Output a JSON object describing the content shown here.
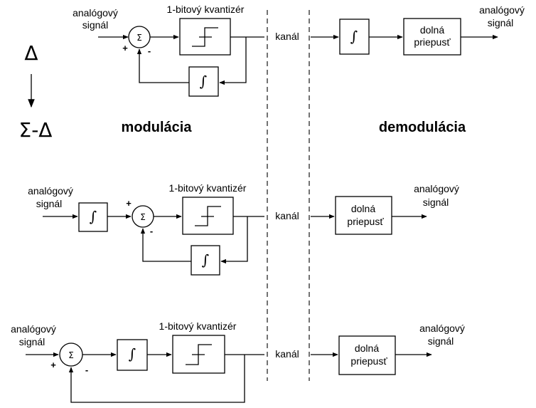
{
  "labels": {
    "analog_signal_line1": "analógový",
    "analog_signal_line2": "signál",
    "quantizer": "1-bitový kvantizér",
    "channel": "kanál",
    "lowpass_line1": "dolná",
    "lowpass_line2": "priepusť",
    "modulation": "modulácia",
    "demodulation": "demodulácia",
    "delta": "Δ",
    "sigma_delta": "Σ-Δ",
    "sum_symbol": "Σ",
    "integral_symbol": "∫",
    "plus": "+",
    "minus": "-"
  }
}
